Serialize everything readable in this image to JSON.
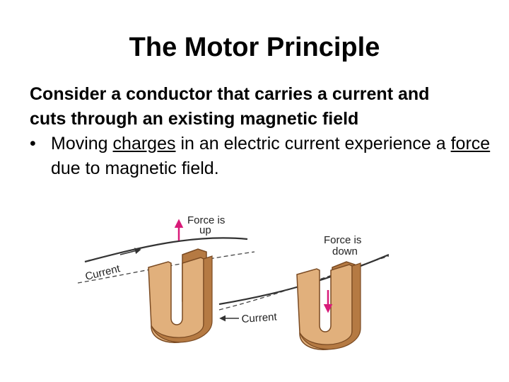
{
  "slide": {
    "title": "The Motor Principle",
    "lead_line_1": "Consider a conductor that carries a current and",
    "lead_line_2": "cuts through an existing magnetic field",
    "bullet": {
      "marker": "•",
      "part_1": "Moving ",
      "underlined_1": "charges",
      "part_2": " in an electric current experience a ",
      "underlined_2": "force",
      "part_3": " due to magnetic field."
    }
  },
  "figure": {
    "left": {
      "force_label_1": "Force is",
      "force_label_2": "up",
      "current_label": "Current"
    },
    "right": {
      "force_label_1": "Force is",
      "force_label_2": "down",
      "current_label": "Current"
    },
    "colors": {
      "magnet_front": "#e1b07c",
      "magnet_side": "#b57a43",
      "magnet_dark": "#7a4a22",
      "force_arrow": "#d81b79",
      "wire": "#333333"
    }
  }
}
